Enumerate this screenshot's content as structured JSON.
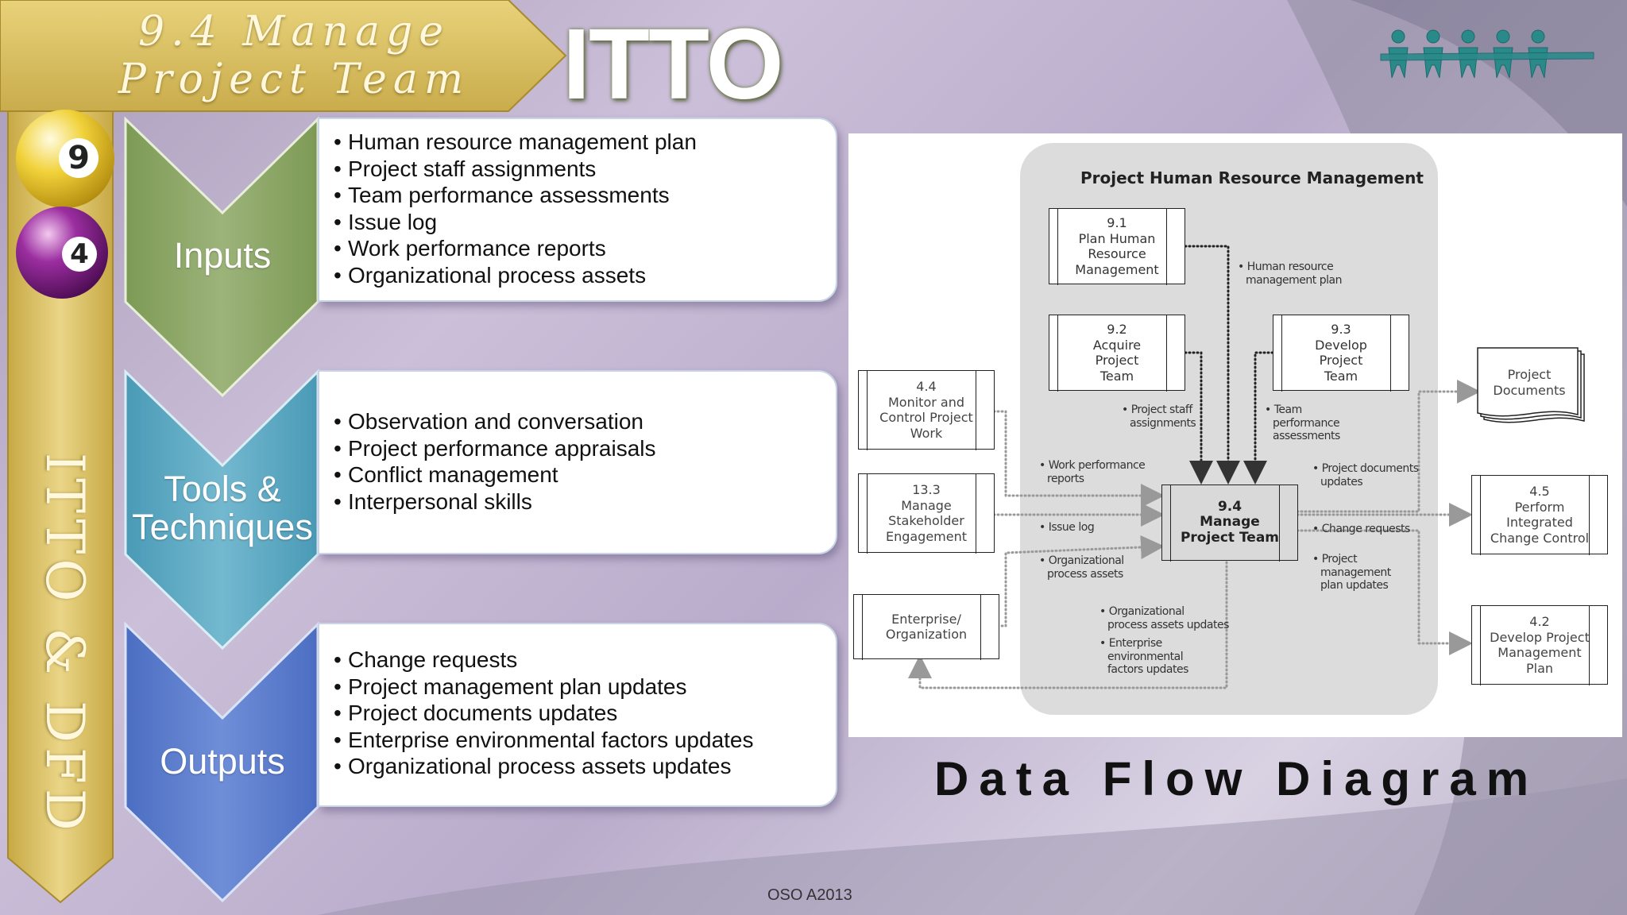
{
  "slide": {
    "title_line1": "9.4 Manage",
    "title_line2": "Project Team",
    "itto_heading": "ITTO",
    "side_label": "ITTO & DFD",
    "ball_top": "9",
    "ball_bottom": "4",
    "footer": "OSO A2013",
    "logo_icon": "people-chain-icon"
  },
  "itto": {
    "inputs": {
      "label": "Inputs",
      "items": [
        "Human resource management plan",
        "Project staff assignments",
        "Team performance assessments",
        "Issue log",
        "Work performance reports",
        "Organizational process assets"
      ]
    },
    "tools": {
      "label_line1": "Tools &",
      "label_line2": "Techniques",
      "items": [
        "Observation and conversation",
        "Project performance appraisals",
        "Conflict management",
        "Interpersonal skills"
      ]
    },
    "outputs": {
      "label": "Outputs",
      "items": [
        "Change requests",
        "Project management plan updates",
        "Project documents updates",
        "Enterprise environmental factors updates",
        "Organizational process assets updates"
      ]
    }
  },
  "dfd": {
    "caption": "Data Flow Diagram",
    "group_title": "Project Human Resource Management",
    "boxes": {
      "p91": [
        "9.1",
        "Plan Human",
        "Resource",
        "Management"
      ],
      "p92": [
        "9.2",
        "Acquire",
        "Project",
        "Team"
      ],
      "p93": [
        "9.3",
        "Develop",
        "Project",
        "Team"
      ],
      "p94": [
        "9.4",
        "Manage",
        "Project Team"
      ],
      "p44": [
        "4.4",
        "Monitor and",
        "Control Project",
        "Work"
      ],
      "p133": [
        "13.3",
        "Manage",
        "Stakeholder",
        "Engagement"
      ],
      "ent": [
        "Enterprise/",
        "Organization"
      ],
      "docs": [
        "Project",
        "Documents"
      ],
      "p45": [
        "4.5",
        "Perform",
        "Integrated",
        "Change Control"
      ],
      "p42": [
        "4.2",
        "Develop Project",
        "Management",
        "Plan"
      ]
    },
    "flows": {
      "hr_plan": [
        "• Human resource",
        "management plan"
      ],
      "staff": [
        "• Project staff",
        "assignments"
      ],
      "team_perf": [
        "• Team",
        "performance",
        "assessments"
      ],
      "work_perf": [
        "• Work performance",
        "reports"
      ],
      "issue_log": [
        "• Issue log"
      ],
      "opa": [
        "• Organizational",
        "process assets"
      ],
      "doc_updates": [
        "• Project documents",
        "updates"
      ],
      "change_req": [
        "• Change requests"
      ],
      "pm_plan_updates": [
        "• Project",
        "management",
        "plan updates"
      ],
      "opa_updates": [
        "• Organizational",
        "process assets updates"
      ],
      "eef_updates": [
        "• Enterprise",
        "environmental",
        "factors updates"
      ]
    }
  }
}
